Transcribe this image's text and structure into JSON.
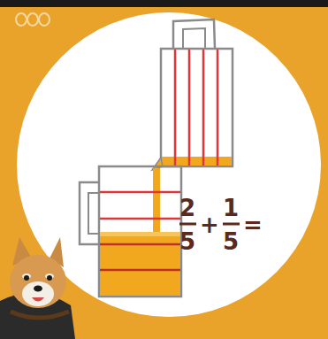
{
  "diagram": {
    "labels": [
      "2",
      "5",
      "+",
      "1",
      "5",
      "="
    ]
  }
}
